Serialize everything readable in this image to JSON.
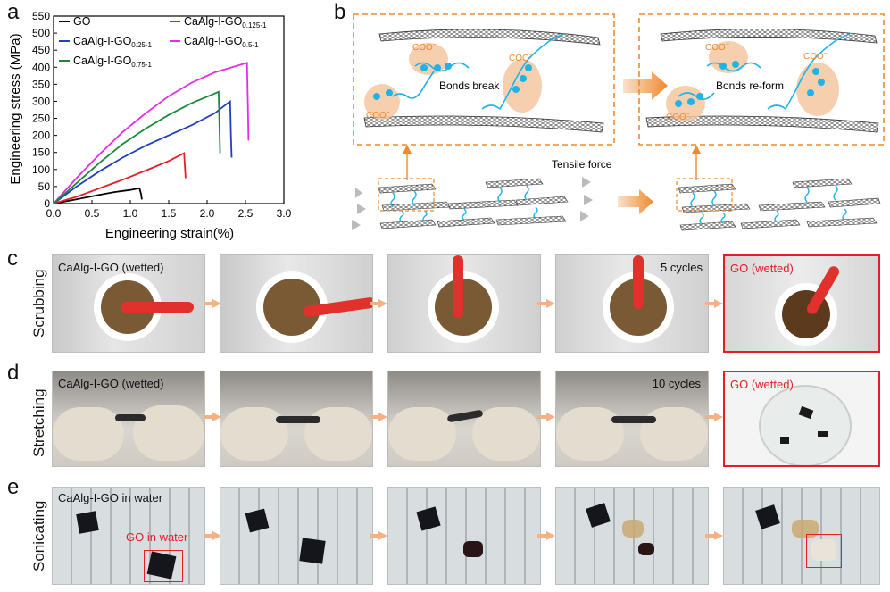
{
  "panels": {
    "a": "a",
    "b": "b",
    "c": "c",
    "d": "d",
    "e": "e"
  },
  "chart_data": {
    "type": "line",
    "xlabel": "Engineering strain(%)",
    "ylabel": "Engineering stress (MPa)",
    "xlim": [
      0,
      3.0
    ],
    "ylim": [
      0,
      550
    ],
    "xticks": [
      "0.0",
      "0.5",
      "1.0",
      "1.5",
      "2.0",
      "2.5",
      "3.0"
    ],
    "yticks": [
      "0",
      "50",
      "100",
      "150",
      "200",
      "250",
      "300",
      "350",
      "400",
      "450",
      "500",
      "550"
    ],
    "grid": false,
    "legend_position": "top",
    "series": [
      {
        "name": "GO",
        "color": "#000000",
        "x": [
          0,
          0.2,
          0.4,
          0.6,
          0.8,
          1.0,
          1.12,
          1.14,
          1.15
        ],
        "y": [
          0,
          8,
          17,
          26,
          34,
          40,
          45,
          28,
          12
        ]
      },
      {
        "name": "CaAlg-I-GO",
        "sub": "0.125-1",
        "color": "#e31e24",
        "x": [
          0,
          0.3,
          0.6,
          0.9,
          1.2,
          1.5,
          1.7,
          1.71,
          1.72
        ],
        "y": [
          0,
          20,
          45,
          70,
          97,
          125,
          148,
          110,
          75
        ]
      },
      {
        "name": "CaAlg-I-GO",
        "sub": "0.25-1",
        "color": "#1f3fbf",
        "x": [
          0,
          0.3,
          0.6,
          0.9,
          1.2,
          1.5,
          1.8,
          2.1,
          2.3,
          2.31,
          2.32
        ],
        "y": [
          0,
          50,
          95,
          135,
          170,
          200,
          230,
          265,
          300,
          200,
          135
        ]
      },
      {
        "name": "CaAlg-I-GO",
        "sub": "0.5-1",
        "color": "#e62be6",
        "x": [
          0,
          0.3,
          0.6,
          0.9,
          1.2,
          1.5,
          1.8,
          2.1,
          2.4,
          2.52,
          2.53,
          2.54
        ],
        "y": [
          0,
          75,
          145,
          210,
          265,
          315,
          355,
          385,
          405,
          413,
          300,
          185
        ]
      },
      {
        "name": "CaAlg-I-GO",
        "sub": "0.75-1",
        "color": "#1a8a3a",
        "x": [
          0,
          0.3,
          0.6,
          0.9,
          1.2,
          1.5,
          1.8,
          2.1,
          2.15,
          2.16,
          2.17
        ],
        "y": [
          0,
          60,
          120,
          175,
          220,
          260,
          295,
          323,
          328,
          230,
          148
        ]
      }
    ],
    "legend_entries": [
      {
        "name": "GO",
        "sub": "",
        "color": "#000000"
      },
      {
        "name": "CaAlg-I-GO",
        "sub": "0.125-1",
        "color": "#e31e24"
      },
      {
        "name": "CaAlg-I-GO",
        "sub": "0.25-1",
        "color": "#1f3fbf"
      },
      {
        "name": "CaAlg-I-GO",
        "sub": "0.5-1",
        "color": "#e62be6"
      },
      {
        "name": "CaAlg-I-GO",
        "sub": "0.75-1",
        "color": "#1a8a3a"
      }
    ]
  },
  "schematic": {
    "bonds_break": "Bonds break",
    "bonds_reform": "Bonds re-form",
    "tensile_force": "Tensile force",
    "coo": "COO",
    "coo_sup": "−"
  },
  "rows": {
    "c": {
      "label": "Scrubbing",
      "first": "CaAlg-I-GO (wetted)",
      "cycles": "5 cycles",
      "go": "GO (wetted)"
    },
    "d": {
      "label": "Stretching",
      "first": "CaAlg-I-GO (wetted)",
      "cycles": "10 cycles",
      "go": "GO (wetted)"
    },
    "e": {
      "label": "Sonicating",
      "first": "CaAlg-I-GO in water",
      "go": "GO in water"
    }
  },
  "colors": {
    "orange": "#ef8a2e",
    "cyan": "#1fb4e8",
    "red": "#e31e24",
    "arrow": "#f4b183"
  }
}
